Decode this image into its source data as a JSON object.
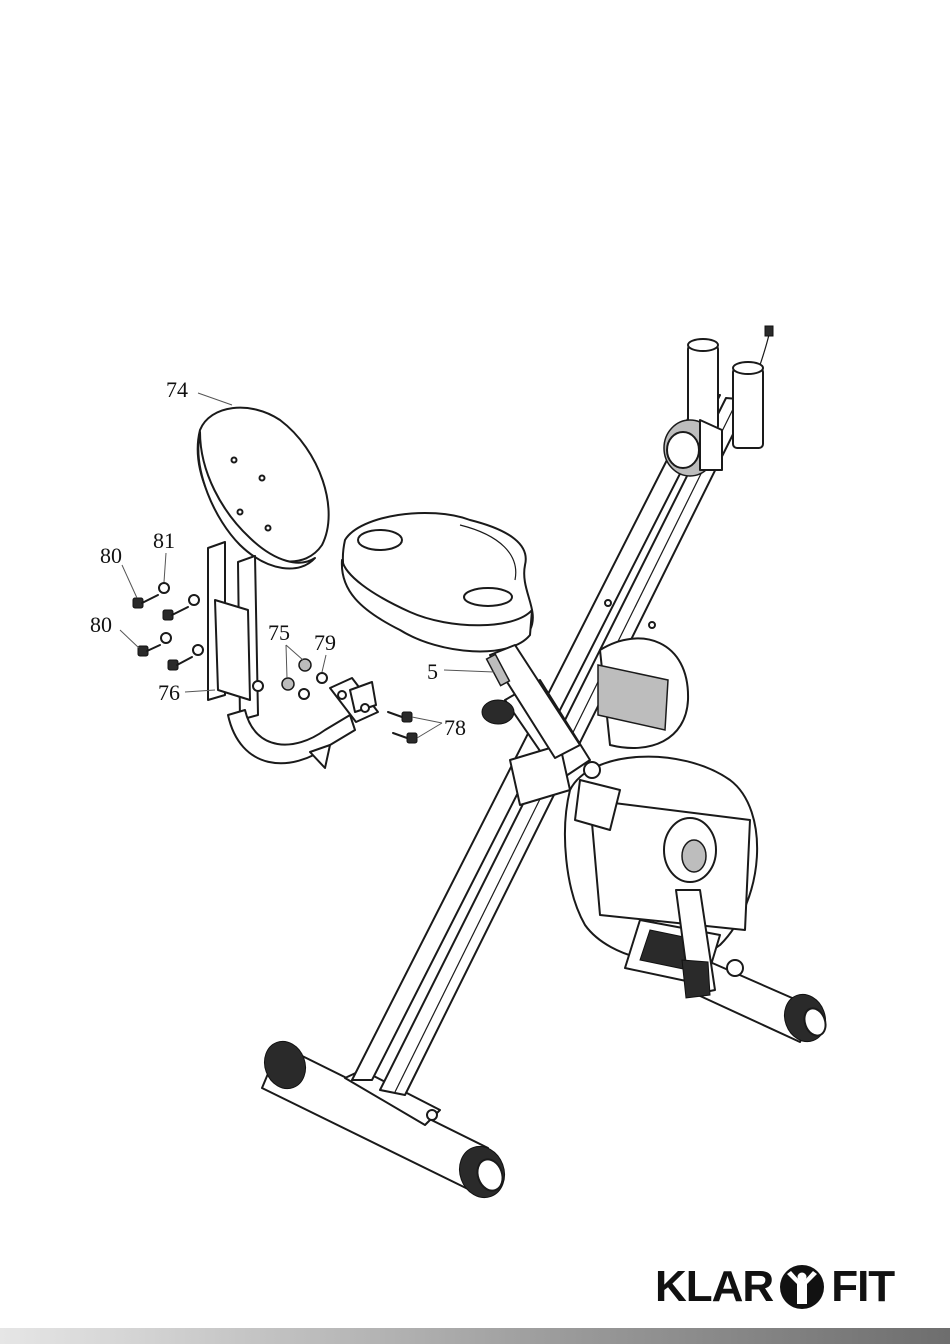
{
  "brand": {
    "left": "KLAR",
    "right": "FIT",
    "icon": "person-in-circle-icon"
  },
  "part_labels": [
    {
      "id": "74",
      "text": "74"
    },
    {
      "id": "81",
      "text": "81"
    },
    {
      "id": "80a",
      "text": "80"
    },
    {
      "id": "80b",
      "text": "80"
    },
    {
      "id": "75",
      "text": "75"
    },
    {
      "id": "79",
      "text": "79"
    },
    {
      "id": "5",
      "text": "5"
    },
    {
      "id": "76",
      "text": "76"
    },
    {
      "id": "78",
      "text": "78"
    }
  ],
  "colors": {
    "line": "#1a1a1a",
    "footer_start": "#e6e6e6",
    "footer_end": "#6e6e6e"
  }
}
